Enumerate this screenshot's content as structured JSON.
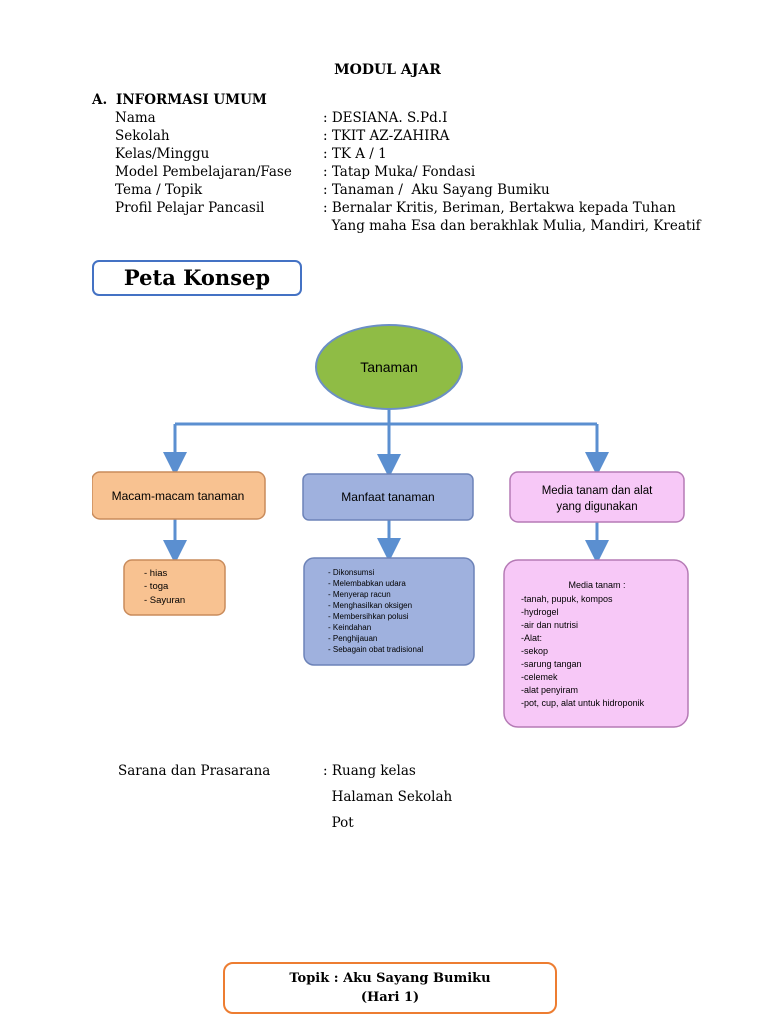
{
  "title": "MODUL AJAR",
  "section_a": {
    "number": "A.",
    "heading": "INFORMASI UMUM",
    "rows": [
      {
        "label": "Nama",
        "value": ": DESIANA. S.Pd.I"
      },
      {
        "label": "Sekolah",
        "value": ": TKIT AZ-ZAHIRA"
      },
      {
        "label": "Kelas/Minggu",
        "value": ": TK A / 1"
      },
      {
        "label": "Model Pembelajaran/Fase",
        "value": ": Tatap Muka/ Fondasi"
      },
      {
        "label": "Tema / Topik",
        "value": ": Tanaman /  Aku Sayang Bumiku"
      },
      {
        "label": "Profil Pelajar Pancasil",
        "value": ": Bernalar Kritis, Beriman, Bertakwa kepada Tuhan"
      },
      {
        "label": "",
        "value": "  Yang maha Esa dan berakhlak Mulia, Mandiri, Kreatif"
      }
    ]
  },
  "concept_map": {
    "heading": "Peta Konsep",
    "root": "Tanaman",
    "branches": [
      {
        "title": "Macam-macam tanaman",
        "items": [
          "-  hias",
          "-  toga",
          "-  Sayuran"
        ]
      },
      {
        "title": "Manfaat tanaman",
        "items": [
          "-  Dikonsumsi",
          "-  Melembabkan udara",
          "-  Menyerap racun",
          "-  Menghasilkan oksigen",
          "-  Membersihkan polusi",
          "-  Keindahan",
          "-  Penghijauan",
          "-  Sebagain obat tradisional"
        ]
      },
      {
        "title_lines": [
          "Media tanam dan alat",
          "yang digunakan"
        ],
        "sub_heading": "Media tanam :",
        "items": [
          "-tanah, pupuk, kompos",
          "-hydrogel",
          "-air dan nutrisi",
          "-Alat:",
          "-sekop",
          "-sarung tangan",
          "-celemek",
          "-alat penyiram",
          "-pot, cup, alat untuk hidroponik"
        ]
      }
    ],
    "colors": {
      "root_fill": "#8fbc45",
      "branch1_fill": "#f8c291",
      "branch2_fill": "#9fb1de",
      "branch3_fill": "#f7c8f7",
      "connector": "#5b8fd0"
    }
  },
  "sarana": {
    "label": "Sarana dan Prasarana",
    "values": [
      ": Ruang kelas",
      "  Halaman Sekolah",
      "  Pot"
    ]
  },
  "footer": {
    "line1": "Topik : Aku Sayang Bumiku",
    "line2": "(Hari 1)"
  }
}
